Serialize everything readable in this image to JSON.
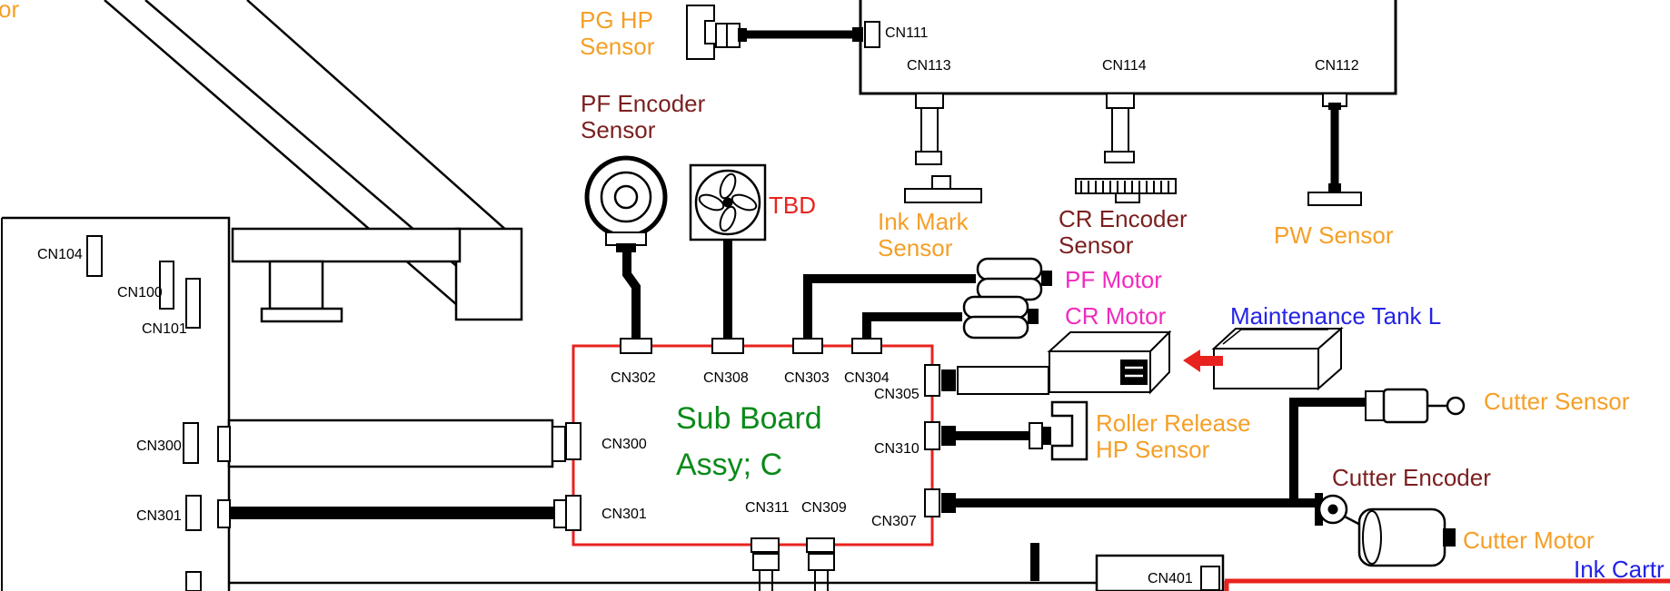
{
  "colors": {
    "orange": "#f59f27",
    "dark_red": "#7b1f1f",
    "red": "#e8231f",
    "magenta": "#f02bbd",
    "blue": "#2323e6",
    "green": "#0b8a1a",
    "line": "#000000",
    "background": "#ffffff"
  },
  "labels": {
    "fragment": "or",
    "pg_hp": [
      "PG HP",
      "Sensor"
    ],
    "pf_encoder": [
      "PF Encoder",
      "Sensor"
    ],
    "tbd": "TBD",
    "ink_mark": [
      "Ink Mark",
      "Sensor"
    ],
    "cr_encoder": [
      "CR Encoder",
      "Sensor"
    ],
    "pw": "PW Sensor",
    "pf_motor": "PF Motor",
    "cr_motor": "CR Motor",
    "maintenance_tank": "Maintenance Tank L",
    "sub_board": [
      "Sub Board",
      "Assy; C"
    ],
    "roller_release": [
      "Roller Release",
      "HP Sensor"
    ],
    "cutter_sensor": "Cutter Sensor",
    "cutter_encoder": "Cutter Encoder",
    "cutter_motor": "Cutter Motor",
    "ink_cartridge": "Ink Cartr"
  },
  "connectors": {
    "cn104": "CN104",
    "cn100": "CN100",
    "cn101": "CN101",
    "cn111": "CN111",
    "cn113": "CN113",
    "cn114": "CN114",
    "cn112": "CN112",
    "cn300_main": "CN300",
    "cn301_main": "CN301",
    "cn302": "CN302",
    "cn308": "CN308",
    "cn303": "CN303",
    "cn304": "CN304",
    "cn305": "CN305",
    "cn310": "CN310",
    "cn307": "CN307",
    "cn300_sub": "CN300",
    "cn301_sub": "CN301",
    "cn311": "CN311",
    "cn309": "CN309",
    "cn401": "CN401"
  }
}
